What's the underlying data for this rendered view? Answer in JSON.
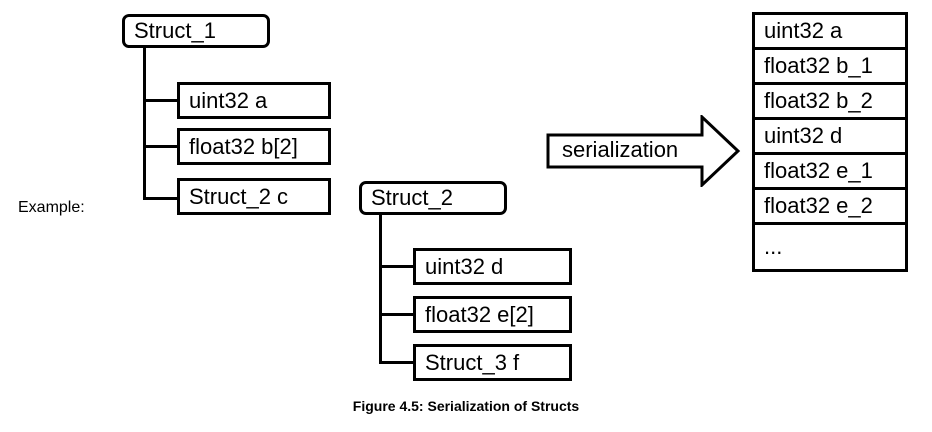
{
  "example_label": "Example:",
  "struct1": {
    "name": "Struct_1",
    "fields": [
      "uint32 a",
      "float32 b[2]",
      "Struct_2 c"
    ]
  },
  "struct2": {
    "name": "Struct_2",
    "fields": [
      "uint32 d",
      "float32 e[2]",
      "Struct_3 f"
    ]
  },
  "arrow_label": "serialization",
  "serialized": [
    "uint32 a",
    "float32 b_1",
    "float32 b_2",
    "uint32 d",
    "float32 e_1",
    "float32 e_2",
    "..."
  ],
  "caption": "Figure 4.5: Serialization of Structs"
}
